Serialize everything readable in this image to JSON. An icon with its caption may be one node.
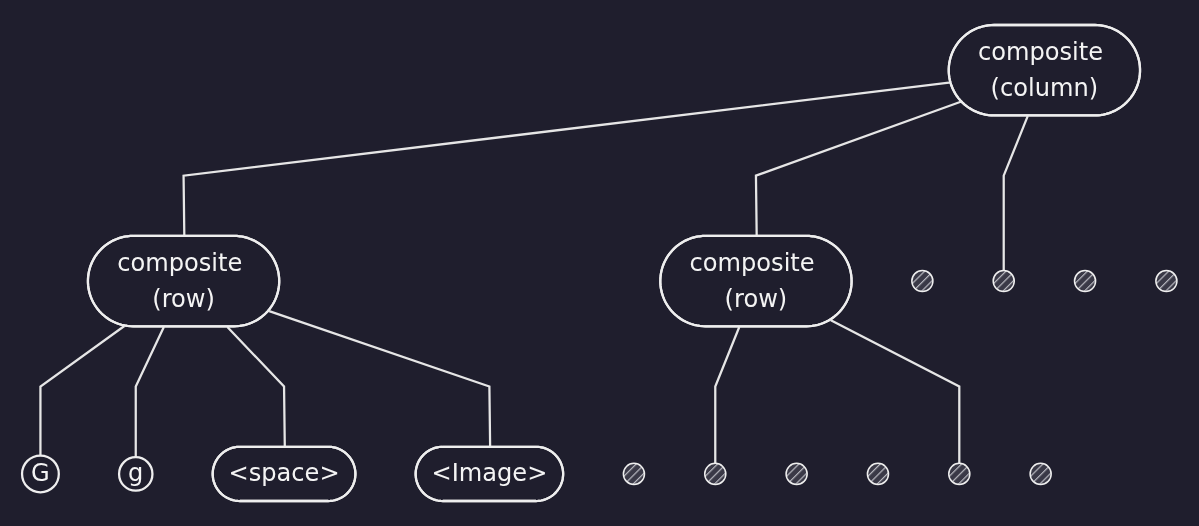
{
  "diagram": {
    "nodes": [
      {
        "text": [
          "composite (column)"
        ]
      },
      {
        "text": [
          "composite (row)"
        ]
      },
      {
        "text": [
          "composite (row)"
        ]
      },
      {
        "text": [],
        "shape": "circle"
      },
      {
        "text": [],
        "shape": "circle"
      },
      {
        "text": [],
        "shape": "circle"
      },
      {
        "text": [],
        "shape": "circle"
      },
      {
        "text": [
          "G"
        ]
      },
      {
        "text": [
          "g"
        ]
      },
      {
        "text": [
          "<space>"
        ]
      },
      {
        "text": [
          "<Image>"
        ]
      },
      {
        "text": [],
        "shape": "circle"
      },
      {
        "text": [],
        "shape": "circle"
      },
      {
        "text": [],
        "shape": "circle"
      },
      {
        "text": [],
        "shape": "circle"
      },
      {
        "text": [],
        "shape": "circle"
      },
      {
        "text": [],
        "shape": "circle"
      }
    ],
    "edges": [
      {
        "from": 0,
        "to": 1,
        "arrow": "none"
      },
      {
        "from": 0,
        "to": 2,
        "arrow": "none"
      },
      {
        "from": 0,
        "to": 4,
        "arrow": "none"
      },
      {
        "from": 1,
        "to": 7,
        "arrow": "none"
      },
      {
        "from": 1,
        "to": 8,
        "arrow": "none"
      },
      {
        "from": 1,
        "to": 9,
        "arrow": "none"
      },
      {
        "from": 1,
        "to": 10,
        "arrow": "none"
      },
      {
        "from": 2,
        "to": 12,
        "arrow": "none"
      },
      {
        "from": 2,
        "to": 15,
        "arrow": "none"
      }
    ]
  }
}
